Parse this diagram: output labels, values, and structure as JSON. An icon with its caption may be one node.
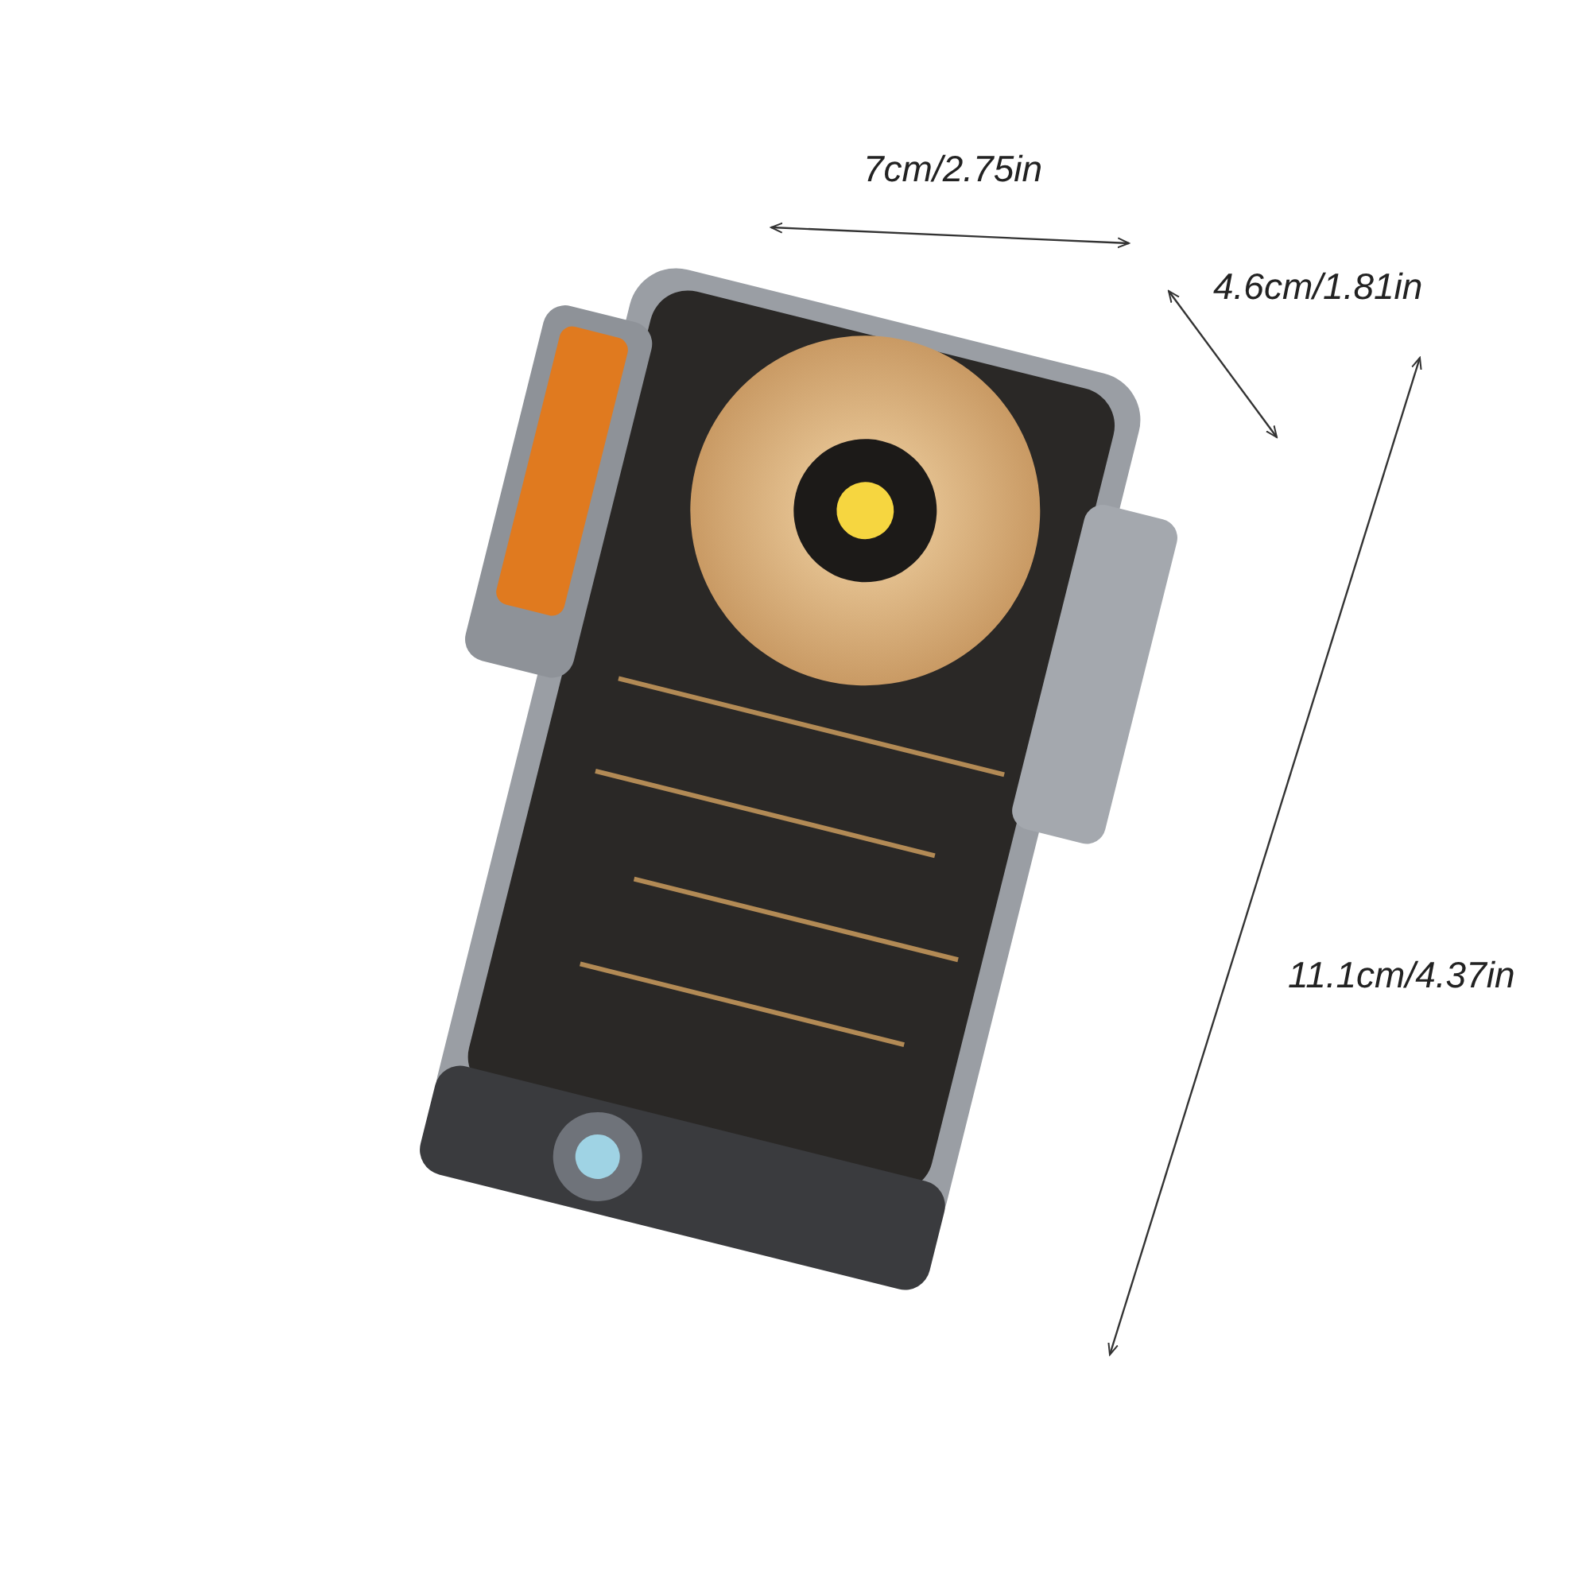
{
  "diagram": {
    "labels": [
      "7cm/2.75in",
      "4.6cm/1.81in",
      "11.1cm/4.37in"
    ]
  }
}
